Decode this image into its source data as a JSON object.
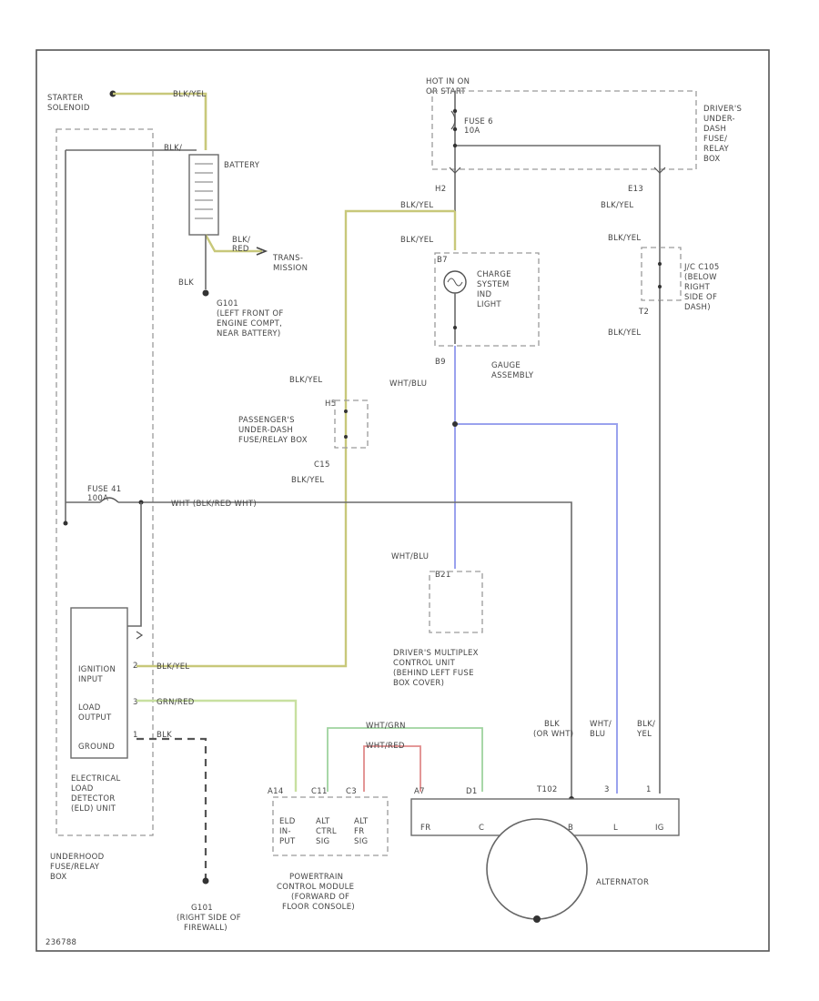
{
  "colors": {
    "yellow_wire": "#c8c87a",
    "blue_wire": "#9aa2ee",
    "green_wire": "#9ed39e",
    "red_wire": "#e08a8a",
    "black_wire": "#666666",
    "frame": "#555555"
  },
  "labels": {
    "starter_solenoid": [
      "STARTER",
      "SOLENOID"
    ],
    "wire_starter": "BLK/YEL",
    "battery": "BATTERY",
    "wire_blk_red": [
      "BLK/",
      "RED"
    ],
    "trans_mission": [
      "TRANS-",
      "MISSION"
    ],
    "blk_ground": "BLK",
    "g101": [
      "G101",
      "(LEFT FRONT OF",
      "ENGINE COMPT,",
      "NEAR BATTERY)"
    ],
    "hot_in_on": [
      "HOT IN ON",
      "OR START"
    ],
    "fuse_6": [
      "FUSE 6",
      "10A"
    ],
    "dash_fuse_box": [
      "DRIVER'S",
      "UNDER-",
      "DASH",
      "FUSE/",
      "RELAY",
      "BOX"
    ],
    "h2": "H2",
    "e13": "E13",
    "blk_yel_1": "BLK/YEL",
    "blk_yel_2": "BLK/YEL",
    "blk_yel_3": "BLK/YEL",
    "blk_yel_4": "BLK/YEL",
    "charge_light": [
      "CHARGE",
      "SYSTEM",
      "IND",
      "LIGHT"
    ],
    "b7": "B7",
    "b9": "B9",
    "gauge_assembly": [
      "GAUGE",
      "ASSEMBLY"
    ],
    "ac_conn": [
      "J/C C105",
      "(BELOW",
      "RIGHT",
      "SIDE OF",
      "DASH)"
    ],
    "t2": "T2",
    "wht_blu_1": "WHT/BLU",
    "blk_yel_pass": "BLK/YEL",
    "h5": "H5",
    "passenger_box": [
      "PASSENGER'S",
      "UNDER-DASH",
      "FUSE/RELAY BOX"
    ],
    "c15": "C15",
    "blk_yel_c15": "BLK/YEL",
    "fuse_41": [
      "FUSE 41",
      "100A"
    ],
    "wire_fuse41": "WHT  (BLK/RED WHT)",
    "wht_blu_2": "WHT/BLU",
    "b21": "B21",
    "multiplex": [
      "DRIVER'S MULTIPLEX",
      "CONTROL UNIT",
      "(BEHIND LEFT FUSE",
      "BOX COVER)"
    ],
    "eld_ignition": [
      "IGNITION",
      "INPUT"
    ],
    "eld_wire_ign": "BLK/YEL",
    "eld_load": [
      "LOAD",
      "OUTPUT"
    ],
    "eld_wire_load": "GRN/RED",
    "eld_ground": "GROUND",
    "eld_wire_gnd": "BLK",
    "pin_2": "2",
    "pin_3": "3",
    "pin_1": "1",
    "eld_unit": [
      "ELECTRICAL",
      "LOAD",
      "DETECTOR",
      "(ELD) UNIT"
    ],
    "underhood_box": [
      "UNDERHOOD",
      "FUSE/RELAY",
      "BOX"
    ],
    "g101_bottom": [
      "G101",
      "(RIGHT SIDE OF",
      "FIREWALL)"
    ],
    "wht_grn": "WHT/GRN",
    "wht_red": "WHT/RED",
    "pcm_pins": [
      "A14",
      "C11",
      "C3",
      "A7",
      "D1"
    ],
    "pcm_cells": [
      [
        "ELD",
        "IN-",
        "PUT"
      ],
      [
        "ALT",
        "CTRL",
        "SIG"
      ],
      [
        "ALT",
        "FR",
        "SIG"
      ]
    ],
    "pcm": [
      "POWERTRAIN",
      "CONTROL MODULE",
      "(FORWARD OF",
      "FLOOR CONSOLE)"
    ],
    "alt_wire_blk": [
      "BLK",
      "(OR WHT)"
    ],
    "alt_wire_whtblu": [
      "WHT/",
      "BLU"
    ],
    "alt_wire_blkyel": [
      "BLK/",
      "YEL"
    ],
    "alt_pins": [
      "T102",
      "3",
      "1"
    ],
    "alt_terms": [
      "FR",
      "C",
      "B",
      "L",
      "IG"
    ],
    "alternator": "ALTERNATOR",
    "footer_code": "236788"
  }
}
